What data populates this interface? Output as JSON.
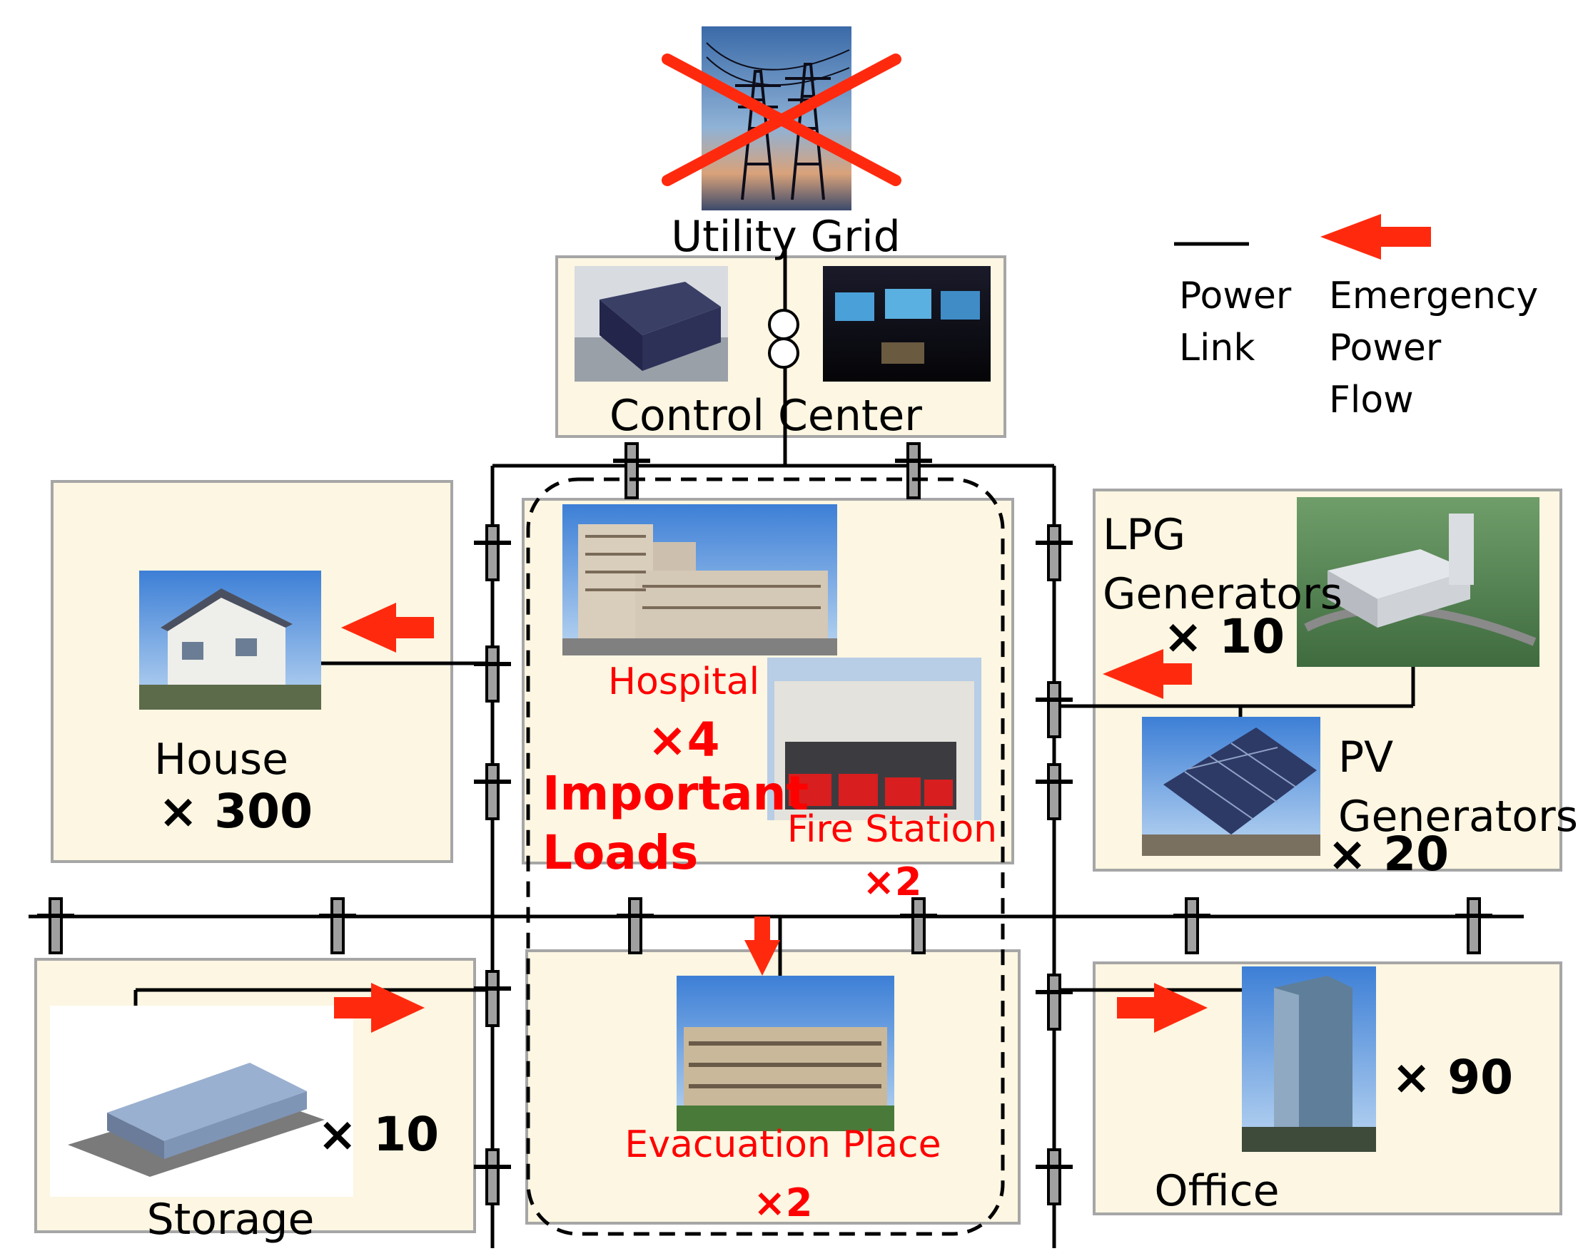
{
  "utility": {
    "label": "Utility Grid"
  },
  "control_center": {
    "label": "Control Center"
  },
  "legend": {
    "power_link": [
      "Power",
      "Link"
    ],
    "emergency": [
      "Emergency",
      "Power",
      "Flow"
    ]
  },
  "house": {
    "label": "House",
    "count": "× 300"
  },
  "important": {
    "hospital_label": "Hospital",
    "hospital_count": "×4",
    "title": [
      "Important",
      "Loads"
    ],
    "fire_label": "Fire Station",
    "fire_count": "×2",
    "evac_label": "Evacuation Place",
    "evac_count": "×2"
  },
  "lpg": {
    "label": [
      "LPG",
      "Generators"
    ],
    "count": "× 10"
  },
  "pv": {
    "label": [
      "PV",
      "Generators"
    ],
    "count": "× 20"
  },
  "storage": {
    "label": "Storage",
    "count": "× 10"
  },
  "office": {
    "label": "Office",
    "count": "× 90"
  },
  "colors": {
    "box_fill": "#fcf6e2",
    "arrow": "#ff2a0e",
    "important_text": "#ff0000"
  }
}
